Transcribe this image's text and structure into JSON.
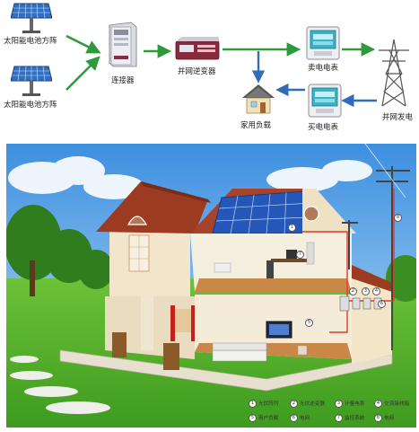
{
  "top_diagram": {
    "solar_array_1": "太阳能电池方阵",
    "solar_array_2": "太阳能电池方阵",
    "connector": "连接器",
    "inverter": "并网逆变器",
    "sell_meter": "卖电电表",
    "buy_meter": "买电电表",
    "household_load": "家用负载",
    "grid": "并网发电"
  },
  "house_scene": {
    "callouts": [
      "1",
      "2",
      "3",
      "4",
      "5",
      "6",
      "7",
      "8"
    ],
    "legend": [
      {
        "num": "1",
        "label": "光伏阵列"
      },
      {
        "num": "2",
        "label": "光伏逆变器"
      },
      {
        "num": "3",
        "label": "计量电表"
      },
      {
        "num": "4",
        "label": "交流接线箱"
      },
      {
        "num": "5",
        "label": "用户负载"
      },
      {
        "num": "6",
        "label": "电网"
      },
      {
        "num": "7",
        "label": "监控系统"
      },
      {
        "num": "8",
        "label": "电网"
      }
    ]
  },
  "colors": {
    "arrow_green": "#2e9a3c",
    "arrow_blue": "#2f6db8",
    "sky": "#5da8e8",
    "grass": "#58b52e",
    "roof": "#9c3b22",
    "wire": "#e23b2e"
  }
}
